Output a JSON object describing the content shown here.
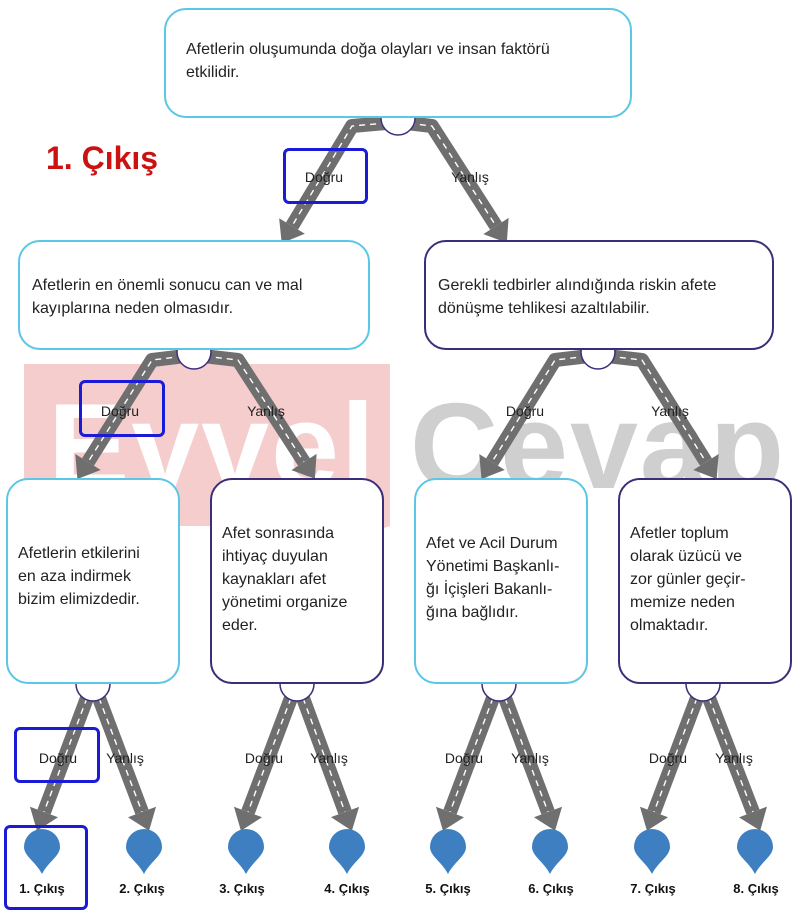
{
  "title": "1. Çıkış",
  "root": {
    "lines": [
      "Afetlerin oluşumunda doğa olayları ve insan faktörü",
      "etkilidir."
    ]
  },
  "level2": [
    {
      "lines": [
        "Afetlerin en önemli sonucu can ve mal",
        "kayıplarına neden olmasıdır."
      ]
    },
    {
      "lines": [
        "Gerekli tedbirler alındığında riskin afete",
        "dönüşme tehlikesi azaltılabilir."
      ]
    }
  ],
  "level3": [
    {
      "lines": [
        "Afetlerin etkilerini",
        "en aza indirmek",
        "bizim elimizdedir."
      ]
    },
    {
      "lines": [
        "Afet sonrasında",
        "ihtiyaç duyulan",
        "kaynakları afet",
        "yönetimi organize",
        "eder."
      ]
    },
    {
      "lines": [
        "Afet ve Acil Durum",
        "Yönetimi Başkanlı-",
        "ğı İçişleri Bakanlı-",
        "ğına bağlıdır."
      ]
    },
    {
      "lines": [
        "Afetler toplum",
        "olarak üzücü ve",
        "zor günler geçir-",
        "memize neden",
        "olmaktadır."
      ]
    }
  ],
  "labels": {
    "true": "Doğru",
    "false": "Yanlış"
  },
  "exits": [
    "1. Çıkış",
    "2. Çıkış",
    "3. Çıkış",
    "4. Çıkış",
    "5. Çıkış",
    "6. Çıkış",
    "7. Çıkış",
    "8. Çıkış"
  ],
  "watermark": [
    "Evvel",
    "Cevap"
  ],
  "colors": {
    "pin": "#3d7fc1",
    "highlight": "#1b1bd6",
    "title": "#cc1111",
    "road": "#6f6f6f",
    "cyan_border": "#5bc7e4",
    "purple_border": "#3b2d7a"
  }
}
